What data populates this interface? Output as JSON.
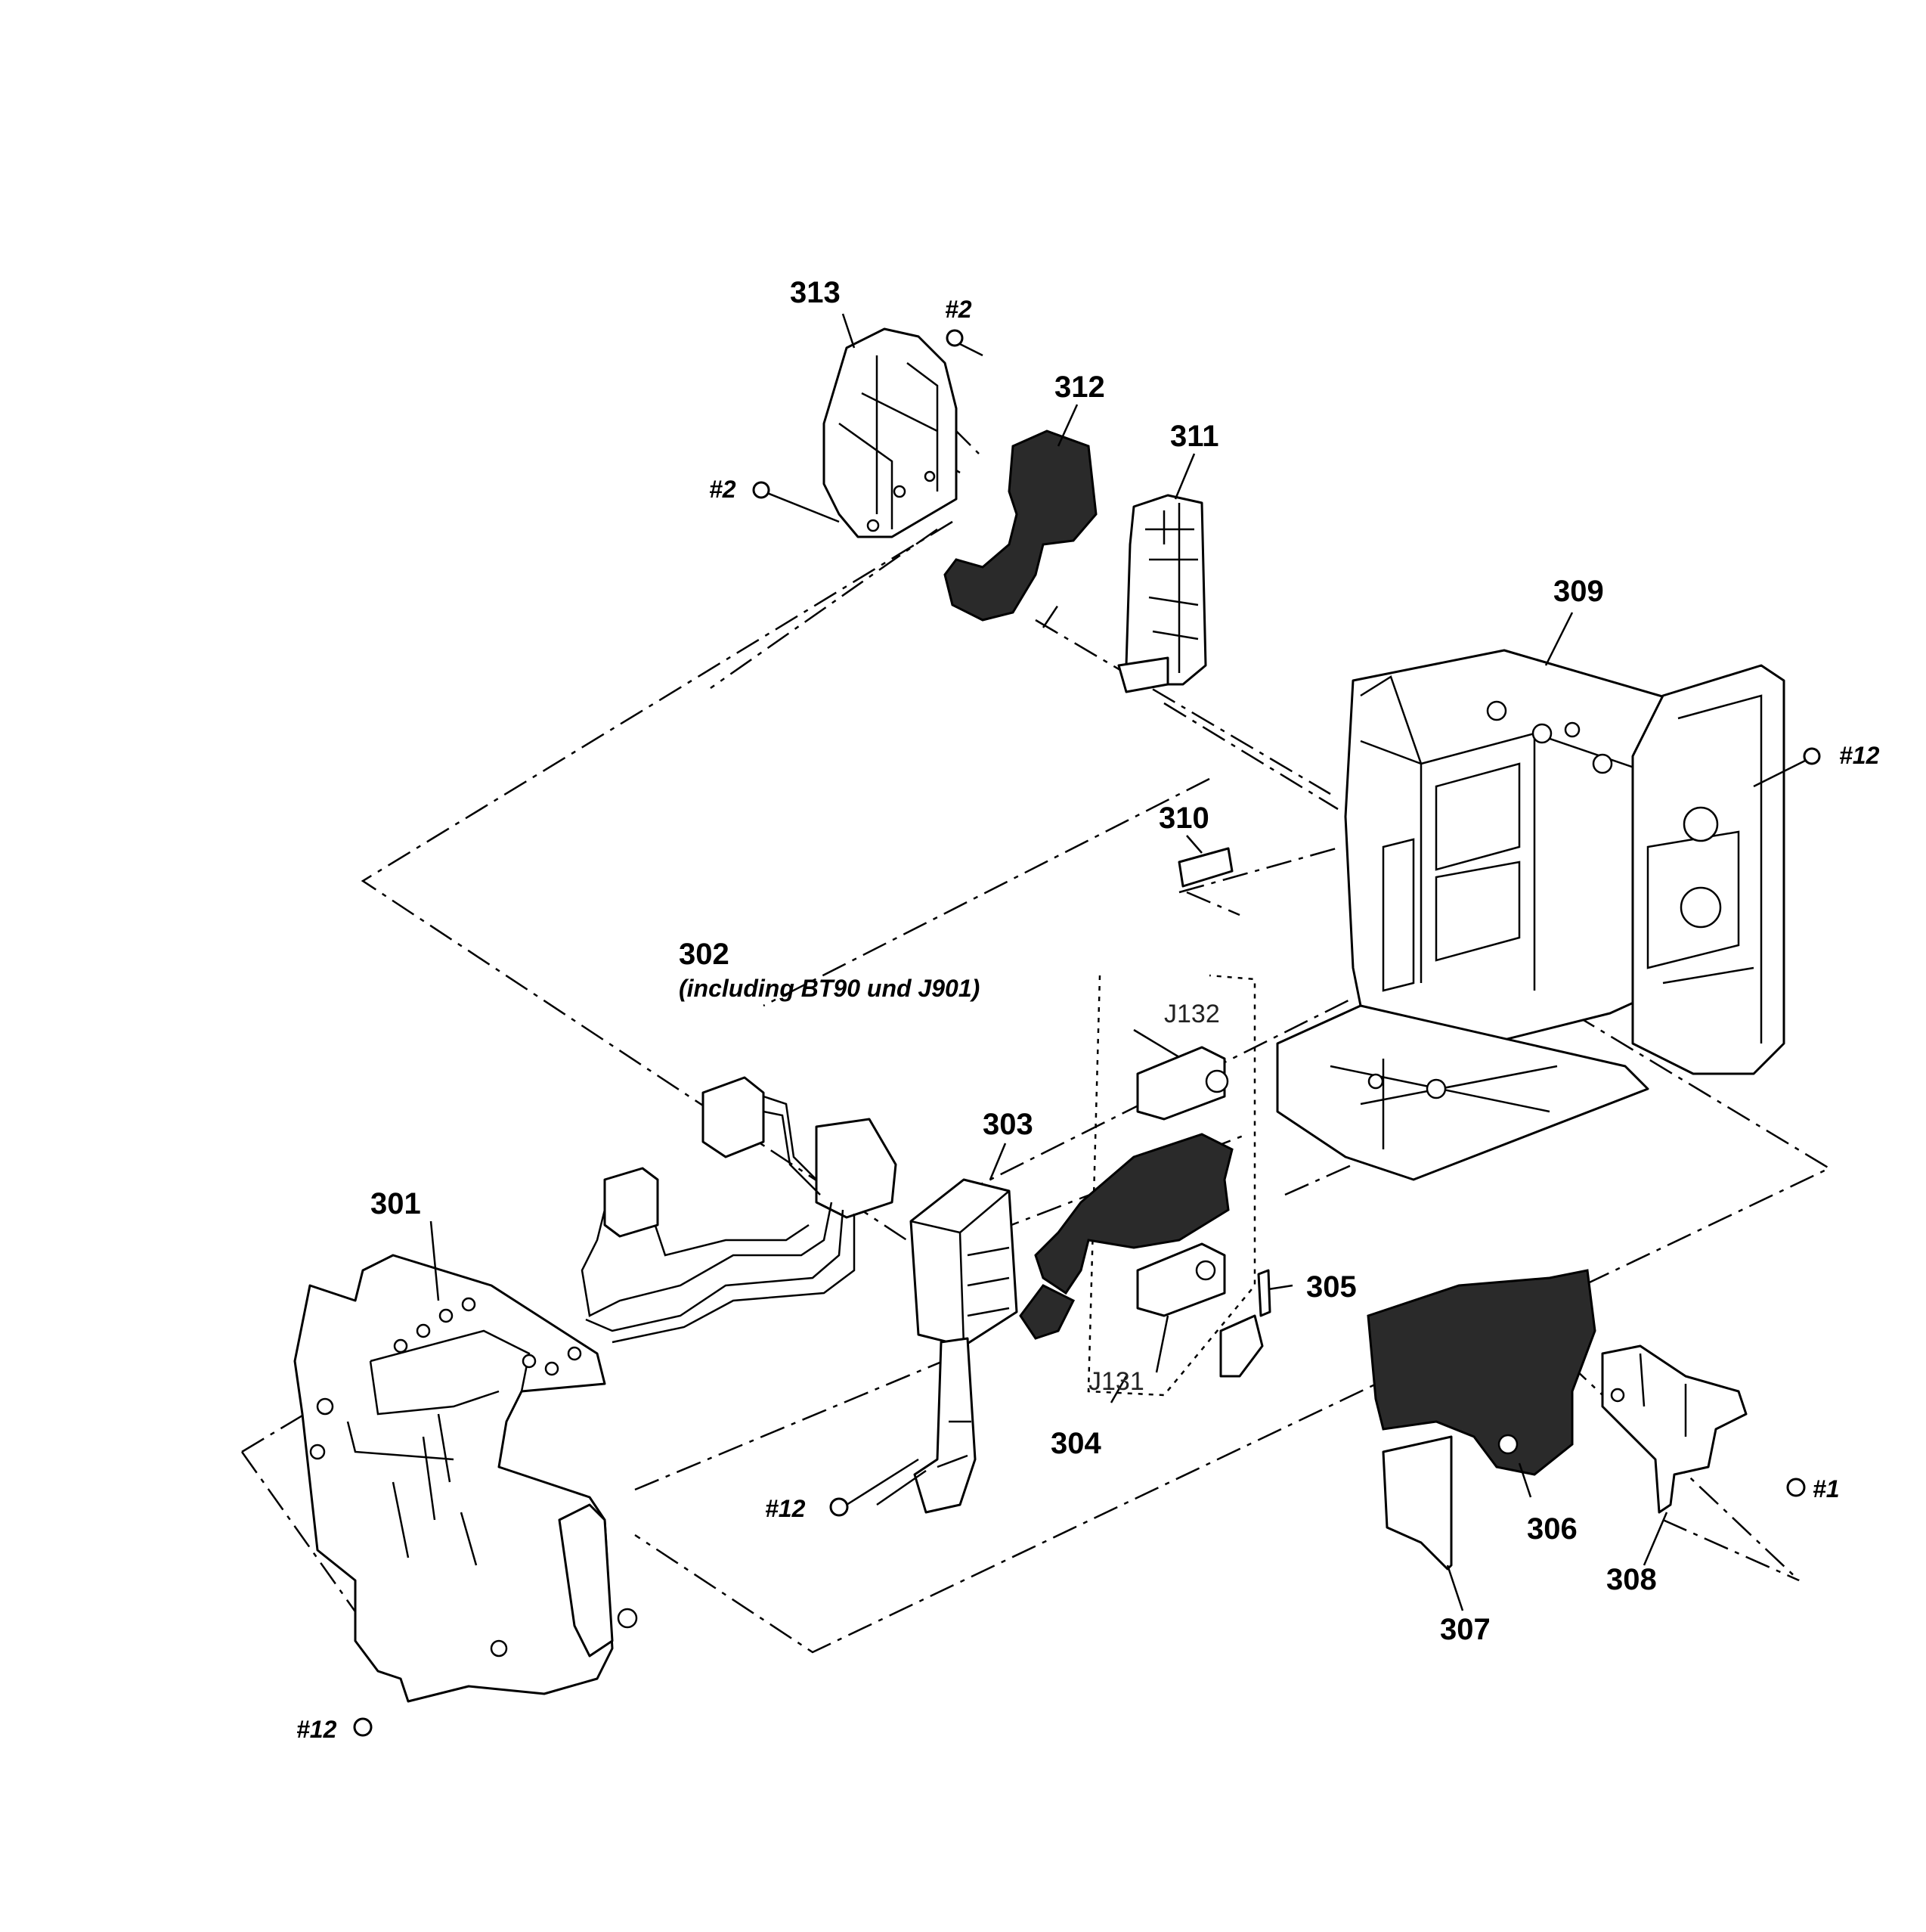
{
  "diagram": {
    "parts": [
      {
        "id": "301",
        "label": "301"
      },
      {
        "id": "302",
        "label": "302",
        "note": "(including BT90   und J901)"
      },
      {
        "id": "303",
        "label": "303"
      },
      {
        "id": "304",
        "label": "304"
      },
      {
        "id": "305",
        "label": "305"
      },
      {
        "id": "306",
        "label": "306"
      },
      {
        "id": "307",
        "label": "307"
      },
      {
        "id": "308",
        "label": "308"
      },
      {
        "id": "309",
        "label": "309"
      },
      {
        "id": "310",
        "label": "310"
      },
      {
        "id": "311",
        "label": "311"
      },
      {
        "id": "312",
        "label": "312"
      },
      {
        "id": "313",
        "label": "313"
      }
    ],
    "connectors": [
      {
        "id": "J132",
        "label": "J132"
      },
      {
        "id": "J131",
        "label": "J131"
      }
    ],
    "screws": [
      {
        "id": "s2-top",
        "label": "#2"
      },
      {
        "id": "s2-left",
        "label": "#2"
      },
      {
        "id": "s12-right",
        "label": "#12"
      },
      {
        "id": "s12-mid",
        "label": "#12"
      },
      {
        "id": "s12-bottom",
        "label": "#12"
      },
      {
        "id": "s1",
        "label": "#1"
      }
    ]
  }
}
